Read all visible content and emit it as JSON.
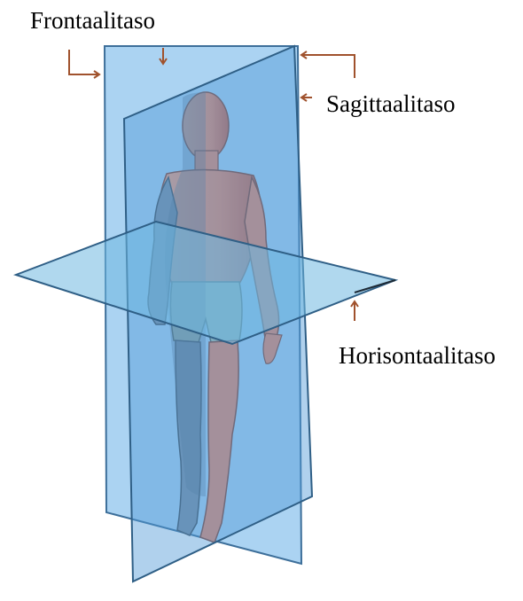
{
  "labels": {
    "frontal": "Frontaalitaso",
    "sagittal": "Sagittaalitaso",
    "horizontal": "Horisontaalitaso"
  },
  "colors": {
    "plane_fill": "#6fb0e6",
    "plane_stroke": "#3d6f9a",
    "skin": "#e9896a",
    "skin_shadow": "#c8624a",
    "skin_in_plane": "#7d8ea2",
    "shorts": "#b8c8b0",
    "shorts_in_plane": "#8fa3a2",
    "arrow": "#a0522d"
  }
}
